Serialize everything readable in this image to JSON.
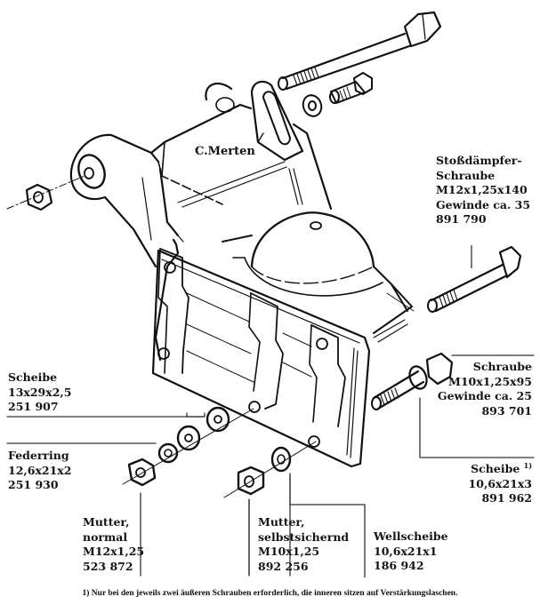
{
  "diagram": {
    "title": "Exploded view: shock absorber mounting bracket",
    "watermark": "C.Merten",
    "footnote": "1) Nur bei den jeweils zwei äußeren Schrauben erforderlich, die inneren sitzen auf Verstärkungslaschen.",
    "parts": {
      "stossdaempfer_schraube": {
        "lines": [
          "Stoßdämpfer-",
          "Schraube",
          "M12x1,25x140",
          "Gewinde ca. 35",
          "891 790"
        ]
      },
      "schraube": {
        "lines": [
          "Schraube",
          "M10x1,25x95",
          "Gewinde ca. 25",
          "893 701"
        ]
      },
      "scheibe_2": {
        "name": "Scheibe",
        "footnote_mark": "1)",
        "lines": [
          "10,6x21x3",
          "891 962"
        ]
      },
      "scheibe_1": {
        "lines": [
          "Scheibe",
          "13x29x2,5",
          "251 907"
        ]
      },
      "federring": {
        "lines": [
          "Federring",
          "12,6x21x2",
          "251 930"
        ]
      },
      "mutter_normal": {
        "lines": [
          "Mutter,",
          "normal",
          "M12x1,25",
          "523 872"
        ]
      },
      "mutter_selbstsichernd": {
        "lines": [
          "Mutter,",
          "selbstsichernd",
          "M10x1,25",
          "892 256"
        ]
      },
      "wellscheibe": {
        "lines": [
          "Wellscheibe",
          "10,6x21x1",
          "186 942"
        ]
      }
    }
  }
}
